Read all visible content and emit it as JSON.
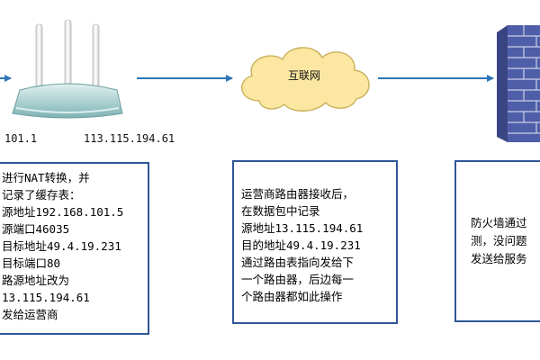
{
  "labels": {
    "router_lan_ip": "101.1",
    "router_wan_ip": "113.115.194.61",
    "cloud": "互联网"
  },
  "boxes": {
    "left": [
      "进行NAT转换，并",
      "记录了缓存表：",
      "源地址192.168.101.5",
      "源端口46035",
      "目标地址49.4.19.231",
      "目标端口80",
      "路源地址改为",
      "13.115.194.61",
      "发给运营商"
    ],
    "middle": [
      "运营商路由器接收后，",
      "在数据包中记录",
      "源地址13.115.194.61",
      "目的地址49.4.19.231",
      "通过路由表指向发给下",
      "一个路由器，后边每一",
      "个路由器都如此操作"
    ],
    "right": [
      "防火墙通过",
      "测，没问题",
      "发送给服务"
    ]
  },
  "icons": {
    "router": "wifi-router-icon",
    "cloud": "internet-cloud-icon",
    "firewall": "firewall-icon"
  },
  "colors": {
    "arrow": "#2e75b6",
    "box_border": "#2f5597",
    "cloud_fill": "#fbe7a1",
    "router_body": "#a9cfcf",
    "firewall": "#4f5ea8"
  }
}
